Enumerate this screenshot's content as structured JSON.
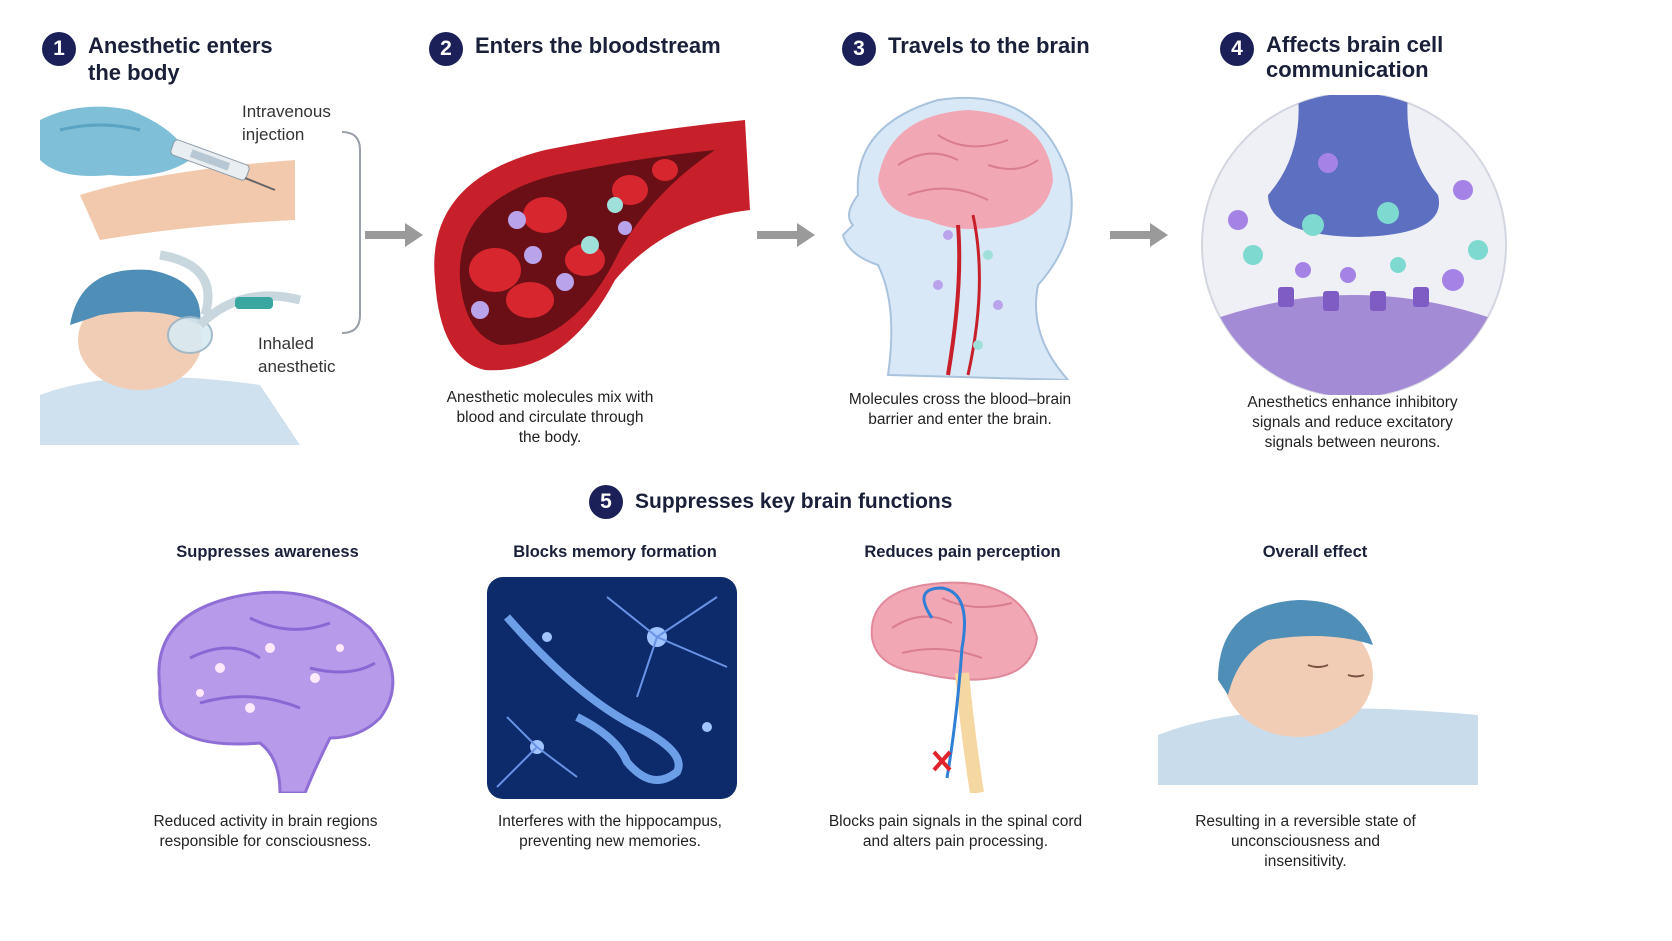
{
  "steps": [
    {
      "number": "1",
      "title": "Anesthetic enters the body"
    },
    {
      "number": "2",
      "title": "Enters the bloodstream"
    },
    {
      "number": "3",
      "title": "Travels to the brain"
    },
    {
      "number": "4",
      "title": "Affects brain cell communication"
    },
    {
      "number": "5",
      "title": "Suppresses key brain functions"
    }
  ],
  "step1": {
    "route_a": "Intravenous injection",
    "route_b": "Inhaled anesthetic"
  },
  "step2": {
    "caption": "Anesthetic molecules mix with blood and circulate through the body."
  },
  "step3": {
    "caption": "Molecules cross the blood–brain barrier and enter the brain."
  },
  "step4": {
    "caption": "Anesthetics enhance inhibitory signals and reduce excitatory signals between neurons."
  },
  "functions": [
    {
      "title": "Suppresses awareness",
      "caption": "Reduced activity in brain regions responsible for consciousness."
    },
    {
      "title": "Blocks memory formation",
      "caption": "Interferes with the hippocampus, preventing new memories."
    },
    {
      "title": "Reduces pain perception",
      "caption": "Blocks pain signals in the spinal cord and alters pain processing."
    },
    {
      "title": "Overall effect",
      "caption": "Resulting in a reversible state of unconsciousness and insensitivity."
    }
  ],
  "colors": {
    "badge": "#1b2158",
    "arrow": "#9a9a9a",
    "blood": "#c8202a",
    "brain": "#f2a7b5",
    "glow_brain": "#9b7fe0"
  }
}
